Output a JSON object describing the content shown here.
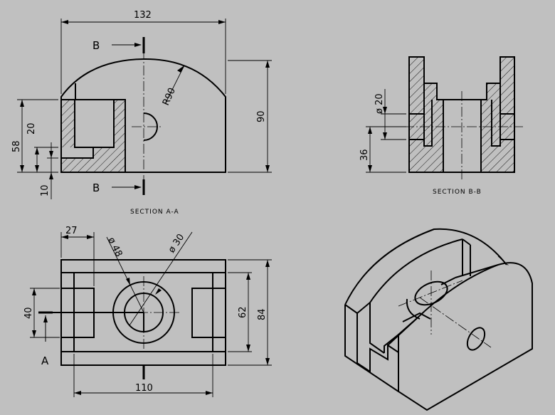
{
  "dimensions": {
    "width_132": "132",
    "radius_90": "R90",
    "height_90": "90",
    "height_58": "58",
    "height_20": "20",
    "height_10": "10",
    "dia_20": "ø 20",
    "height_36": "36",
    "width_27": "27",
    "dia_48": "ø 48",
    "dia_30": "ø 30",
    "height_40": "40",
    "height_62": "62",
    "height_84": "84",
    "width_110": "110"
  },
  "labels": {
    "section_b_top": "B",
    "section_b_bottom": "B",
    "section_a": "A",
    "caption_aa": "SECTION A-A",
    "caption_bb": "SECTION B-B"
  },
  "colors": {
    "background": "#c0c0c0",
    "line": "#000000"
  }
}
